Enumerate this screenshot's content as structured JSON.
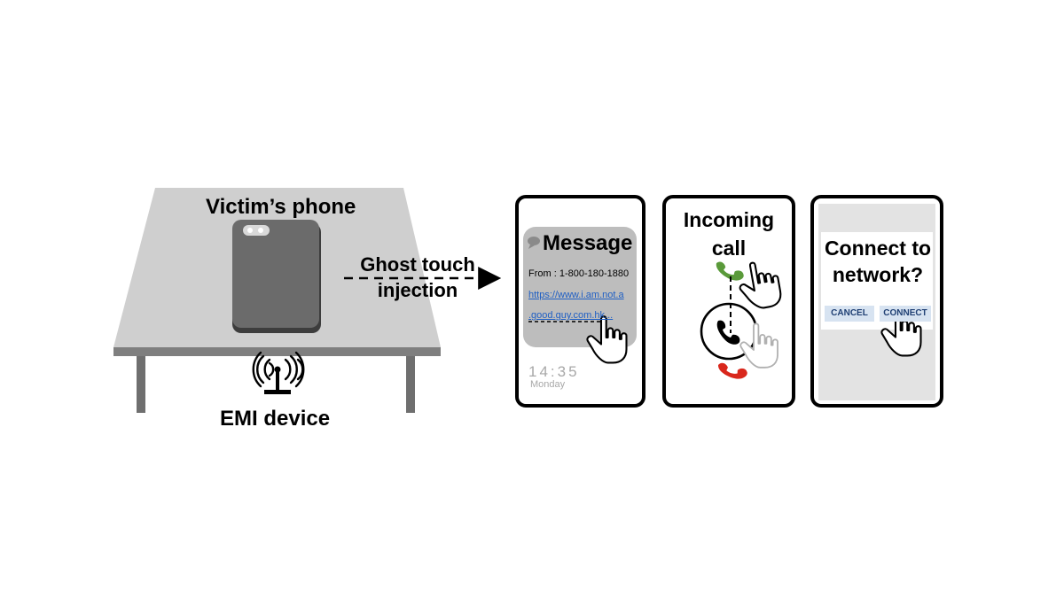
{
  "labels": {
    "victim_phone": "Victim’s phone",
    "emi_device": "EMI device",
    "ghost_line1": "Ghost touch",
    "ghost_line2": "injection"
  },
  "message_screen": {
    "title": "Message",
    "from": "From : 1-800-180-1880",
    "link_line1": "https://www.i.am.not.a",
    "link_line2": ".good.guy.com.hk...",
    "time": "14:35",
    "day": "Monday"
  },
  "call_screen": {
    "title_line1": "Incoming",
    "title_line2": "call"
  },
  "network_screen": {
    "title_line1": "Connect to",
    "title_line2": "network?",
    "cancel_label": "CANCEL",
    "connect_label": "CONNECT"
  },
  "colors": {
    "table_top": "#cfcfcf",
    "table_edge": "#7f7f7f",
    "phone_body": "#6b6b6b",
    "message_bubble": "#bdbdbd",
    "link": "#1f5fc4",
    "accept_green": "#5a9a3a",
    "decline_red": "#d9271c",
    "button_bg": "#d7e3f1"
  }
}
